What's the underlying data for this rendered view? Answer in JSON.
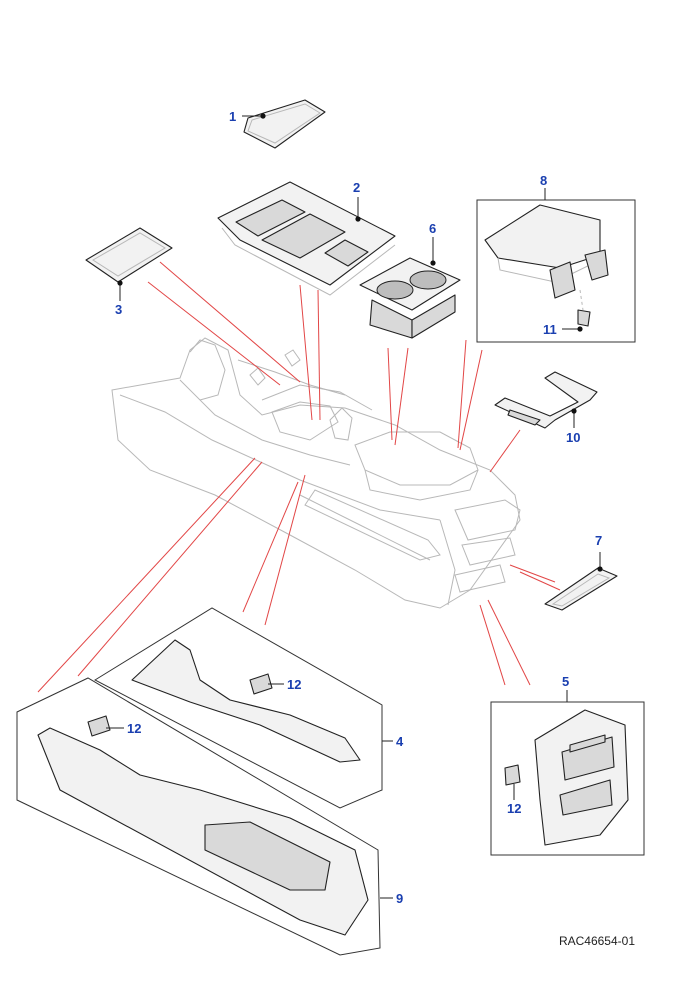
{
  "diagram": {
    "reference_code": "RAC46654-01",
    "callout_color": "#1a3fb0",
    "leader_color": "#e24646",
    "callouts": [
      {
        "id": "1",
        "label": "1"
      },
      {
        "id": "2",
        "label": "2"
      },
      {
        "id": "3",
        "label": "3"
      },
      {
        "id": "4",
        "label": "4"
      },
      {
        "id": "5",
        "label": "5"
      },
      {
        "id": "6",
        "label": "6"
      },
      {
        "id": "7",
        "label": "7"
      },
      {
        "id": "8",
        "label": "8"
      },
      {
        "id": "9",
        "label": "9"
      },
      {
        "id": "10",
        "label": "10"
      },
      {
        "id": "11",
        "label": "11"
      },
      {
        "id": "12a",
        "label": "12"
      },
      {
        "id": "12b",
        "label": "12"
      },
      {
        "id": "12c",
        "label": "12"
      }
    ]
  }
}
